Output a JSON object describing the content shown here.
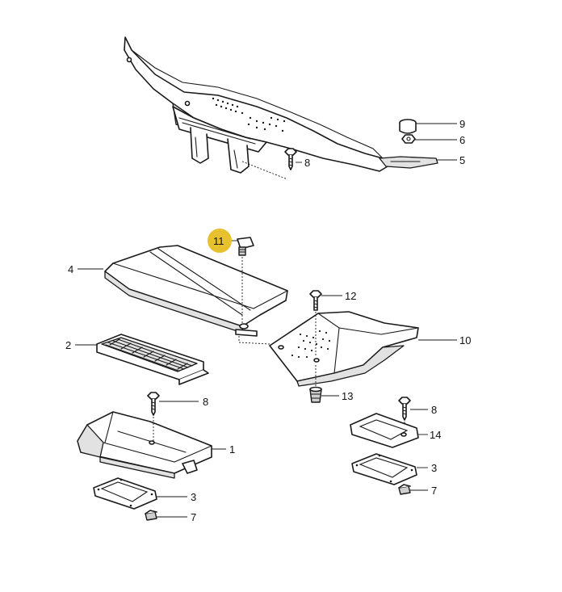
{
  "callouts": {
    "c9": "9",
    "c6": "6",
    "c5": "5",
    "c8_top": "8",
    "c11": "11",
    "c4": "4",
    "c12": "12",
    "c10": "10",
    "c2": "2",
    "c13": "13",
    "c8_mid": "8",
    "c8_right": "8",
    "c14": "14",
    "c1": "1",
    "c3_right": "3",
    "c3_left": "3",
    "c7_right": "7",
    "c7_left": "7"
  },
  "highlight": {
    "callout": "11",
    "color": "#e8c12f"
  }
}
